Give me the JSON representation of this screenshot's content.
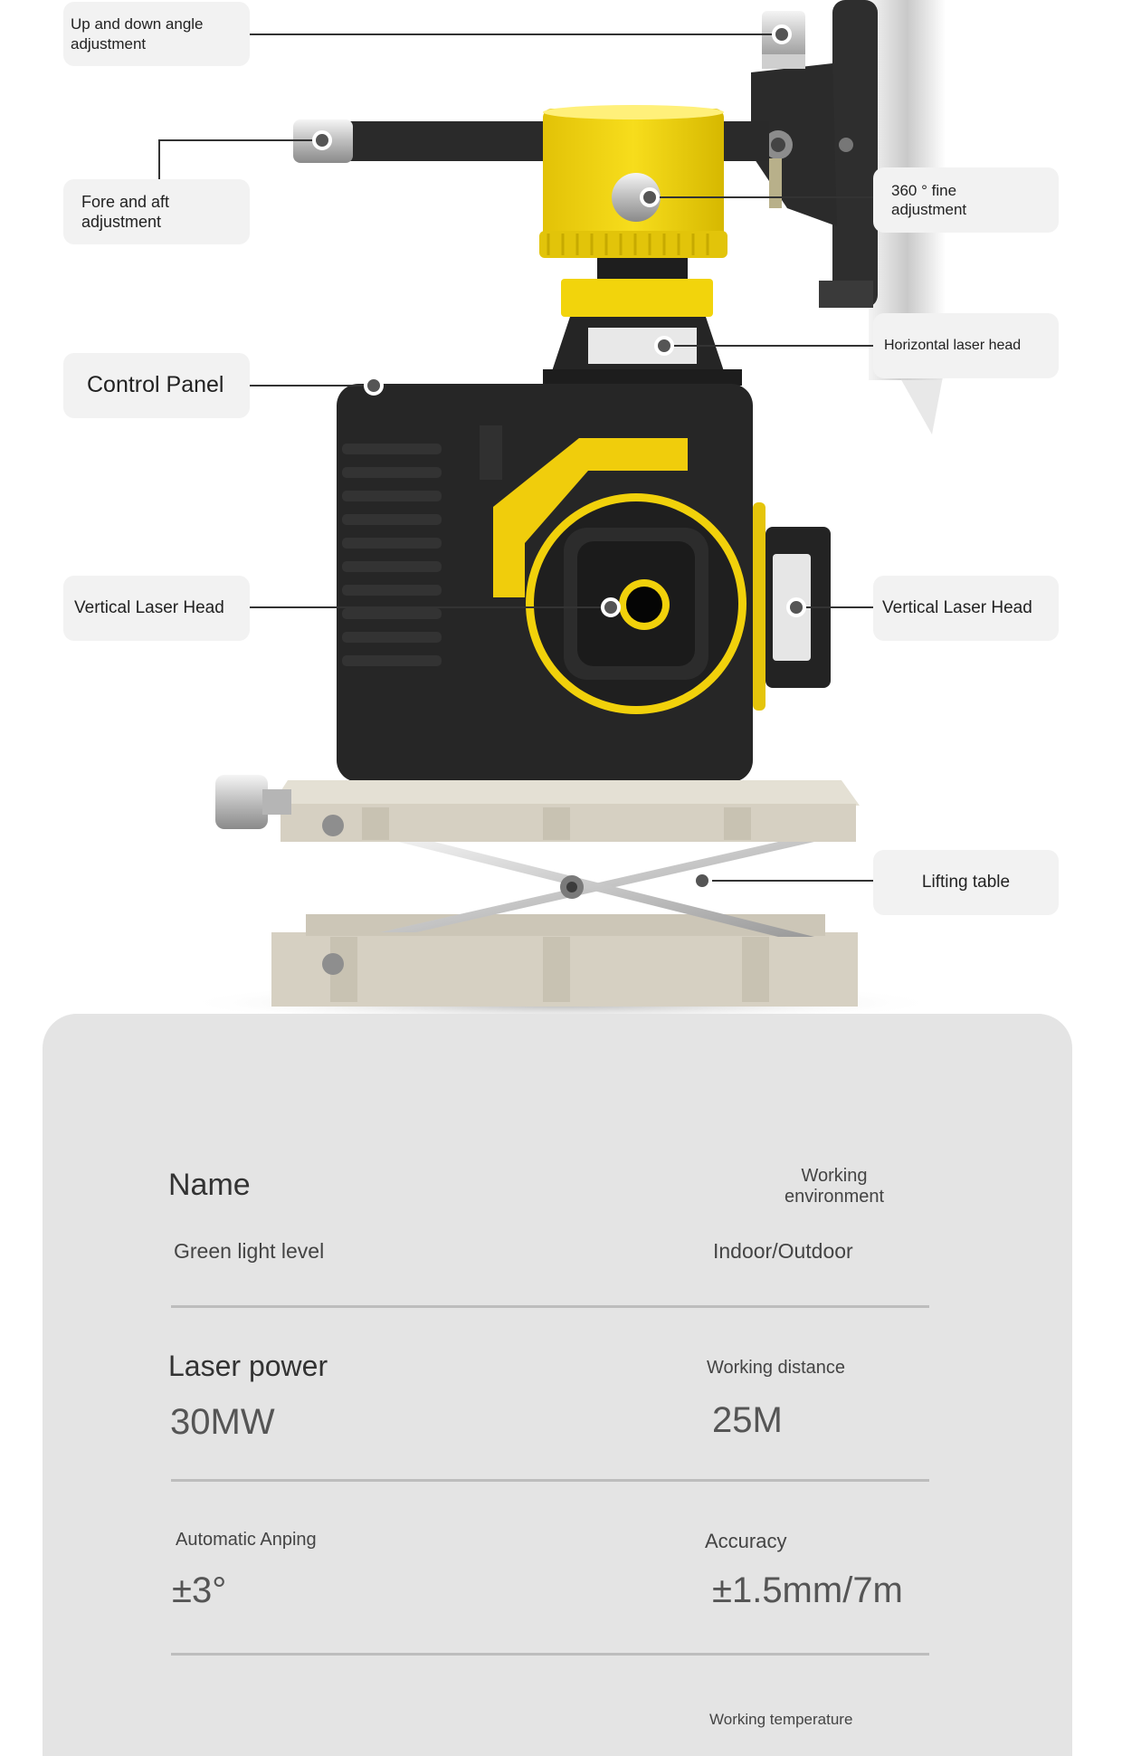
{
  "callouts": {
    "up_down": {
      "line1": "Up and down angle",
      "line2": "adjustment"
    },
    "fore_aft": {
      "line1": "Fore and aft",
      "line2": "adjustment"
    },
    "control_panel": "Control Panel",
    "vertical_left": "Vertical Laser Head",
    "fine_360": {
      "line1": "360 ° fine",
      "line2": "adjustment"
    },
    "horizontal_head": "Horizontal laser head",
    "vertical_right": "Vertical Laser Head",
    "lifting_table": "Lifting table"
  },
  "specs": {
    "name_label": "Name",
    "name_value": "Green light level",
    "env_label": {
      "line1": "Working",
      "line2": "environment"
    },
    "env_value": "Indoor/Outdoor",
    "power_label": "Laser power",
    "power_value": "30MW",
    "distance_label": "Working distance",
    "distance_value": "25M",
    "leveling_label": "Automatic Anping",
    "leveling_value": "±3°",
    "accuracy_label": "Accuracy",
    "accuracy_value": "±1.5mm/7m",
    "temperature_label": "Working temperature"
  },
  "colors": {
    "accent_yellow": "#f3d40f",
    "device_black": "#262626",
    "panel_gray": "#e4e4e4",
    "callout_bg": "#f2f2f2",
    "table_beige": "#d8d2c4"
  }
}
